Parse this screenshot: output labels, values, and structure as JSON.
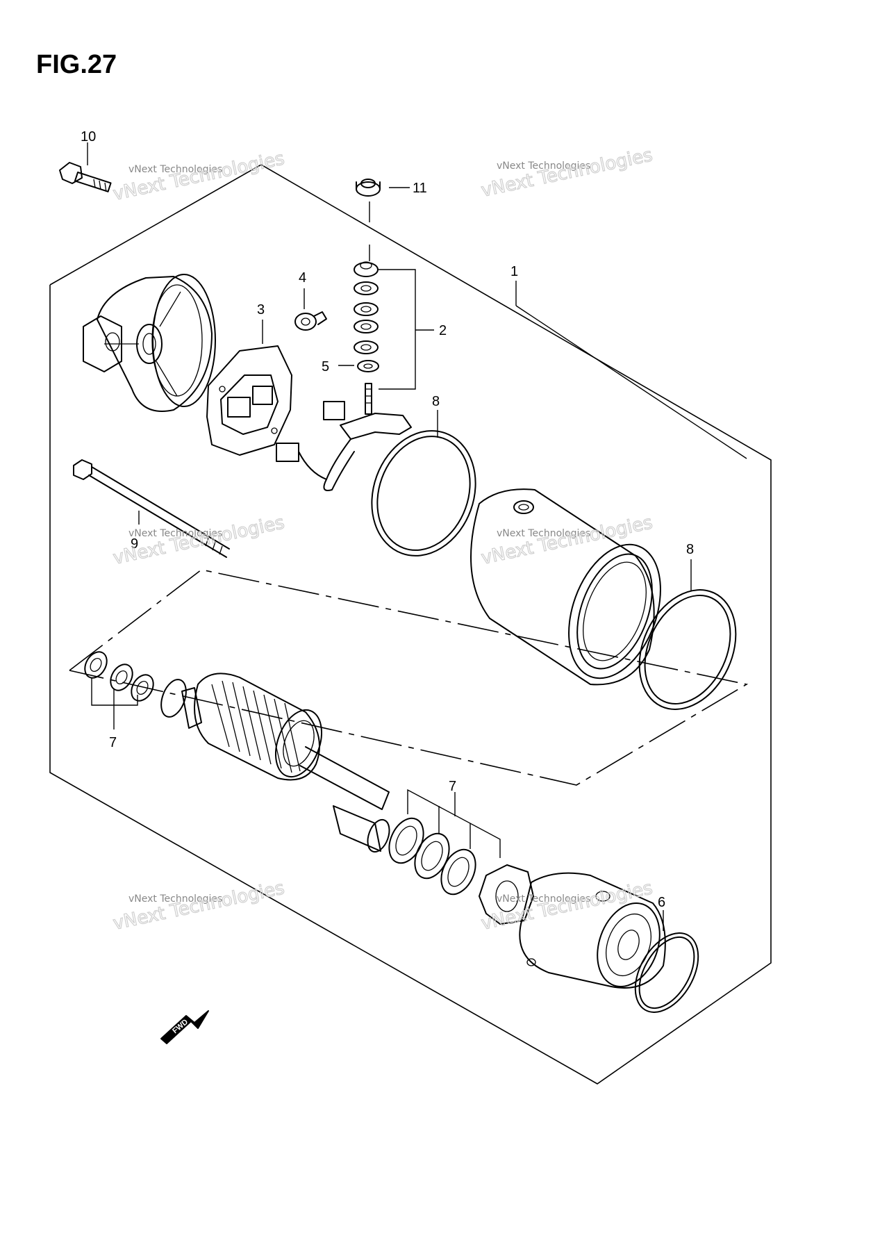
{
  "figure": {
    "title": "FIG.27"
  },
  "callouts": {
    "c1": "1",
    "c2": "2",
    "c3": "3",
    "c4": "4",
    "c5": "5",
    "c6": "6",
    "c7a": "7",
    "c7b": "7",
    "c8a": "8",
    "c8b": "8",
    "c9": "9",
    "c10": "10",
    "c11": "11"
  },
  "watermark": {
    "line1": "vNext Technologies",
    "line2": "vNext Technologies"
  },
  "fwd_label": "FWD"
}
